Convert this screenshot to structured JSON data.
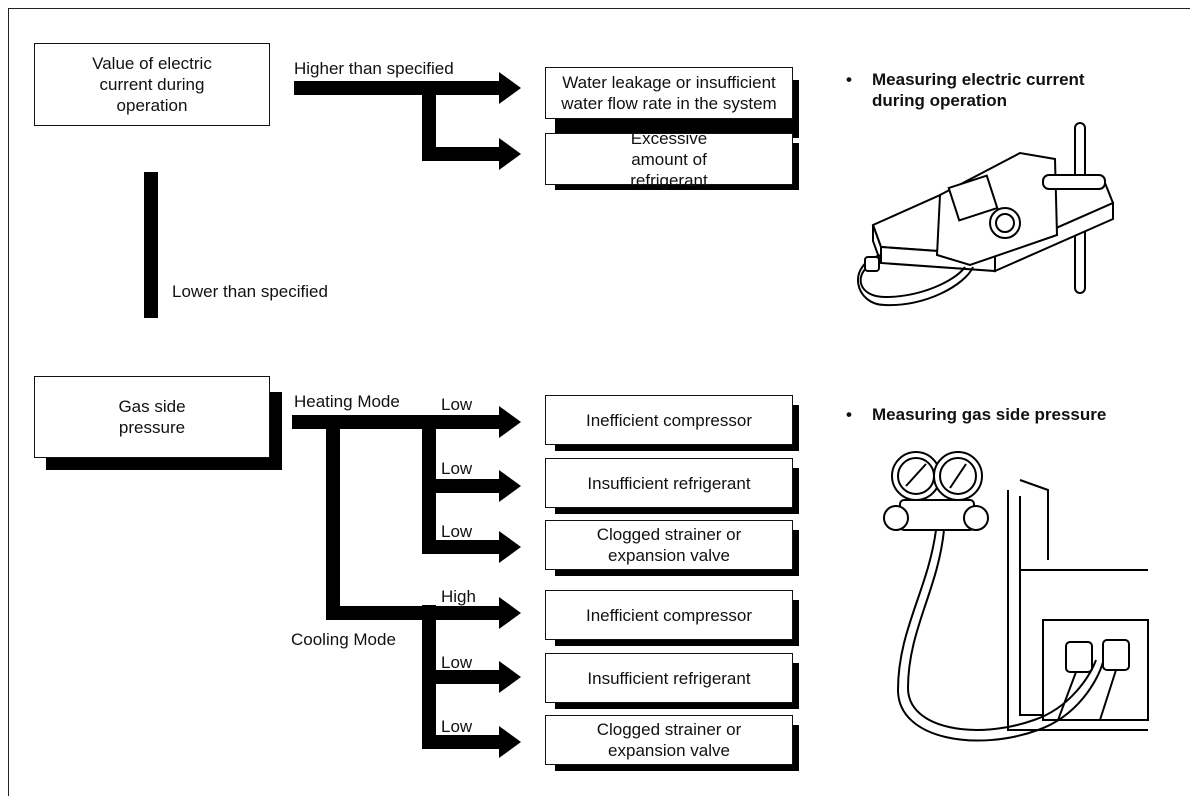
{
  "current_box": "Value of electric current during operation",
  "higher_label": "Higher than specified",
  "lower_label": "Lower than specified",
  "current_results": [
    "Water leakage or insufficient water flow rate in the system",
    "Excessive amount of refrigerant"
  ],
  "gas_box": "Gas side pressure",
  "heating_label": "Heating Mode",
  "cooling_label": "Cooling Mode",
  "branches": [
    {
      "cond": "Low",
      "result": "Inefficient compressor"
    },
    {
      "cond": "Low",
      "result": "Insufficient refrigerant"
    },
    {
      "cond": "Low",
      "result": "Clogged strainer or expansion valve"
    },
    {
      "cond": "High",
      "result": "Inefficient compressor"
    },
    {
      "cond": "Low",
      "result": "Insufficient refrigerant"
    },
    {
      "cond": "Low",
      "result": "Clogged strainer or expansion valve"
    }
  ],
  "side_notes": [
    "Measuring electric current during operation",
    "Measuring gas side pressure"
  ],
  "bullet": "•"
}
